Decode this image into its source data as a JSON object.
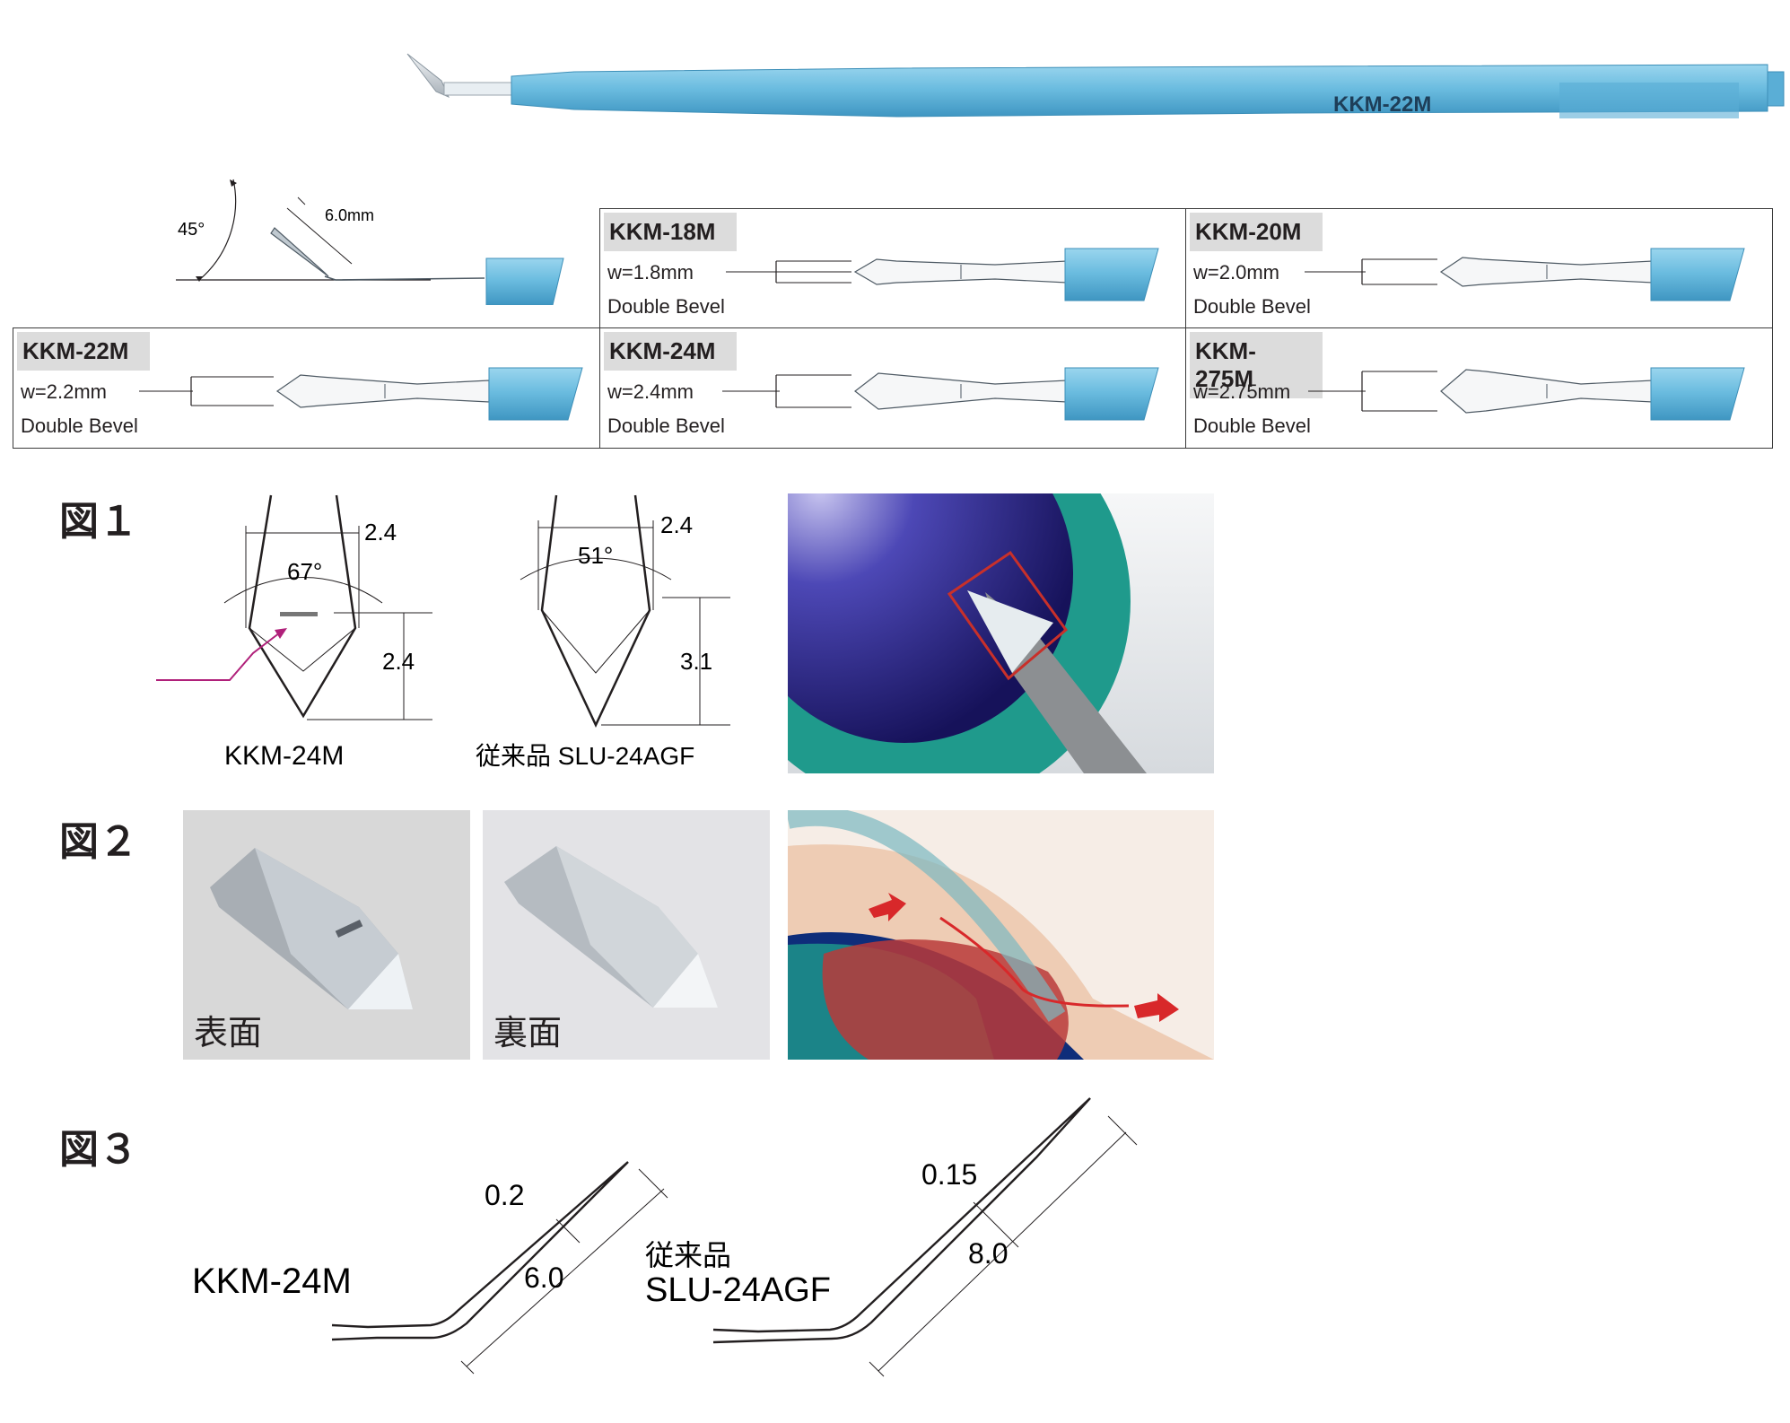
{
  "product": {
    "engraving": "KKM-22M",
    "color": "#6ab8dc"
  },
  "angle_diagram": {
    "angle_label": "45°",
    "length_label": "6.0mm"
  },
  "spec_cells": [
    {
      "model": "KKM-18M",
      "width": "w=1.8mm",
      "bevel": "Double Bevel"
    },
    {
      "model": "KKM-20M",
      "width": "w=2.0mm",
      "bevel": "Double Bevel"
    },
    {
      "model": "KKM-22M",
      "width": "w=2.2mm",
      "bevel": "Double Bevel"
    },
    {
      "model": "KKM-24M",
      "width": "w=2.4mm",
      "bevel": "Double Bevel"
    },
    {
      "model": "KKM-275M",
      "width": "w=2.75mm",
      "bevel": "Double Bevel"
    }
  ],
  "fig1": {
    "label": "図１",
    "left_blade": {
      "caption": "KKM-24M",
      "angle": "67°",
      "width": "2.4",
      "length": "2.4"
    },
    "right_blade": {
      "caption": "従来品 SLU-24AGF",
      "angle": "51°",
      "width": "2.4",
      "length": "3.1"
    }
  },
  "fig2": {
    "label": "図２",
    "front_caption": "表面",
    "back_caption": "裏面"
  },
  "fig3": {
    "label": "図３",
    "left": {
      "caption": "KKM-24M",
      "thickness": "0.2",
      "length": "6.0"
    },
    "right": {
      "caption_line1": "従来品",
      "caption_line2": "SLU-24AGF",
      "thickness": "0.15",
      "length": "8.0"
    }
  },
  "colors": {
    "handle_blue": "#6ab8dc",
    "arrow_magenta": "#b0207a",
    "marker_red": "#c8302a",
    "iris_teal": "#1f9a8c"
  }
}
